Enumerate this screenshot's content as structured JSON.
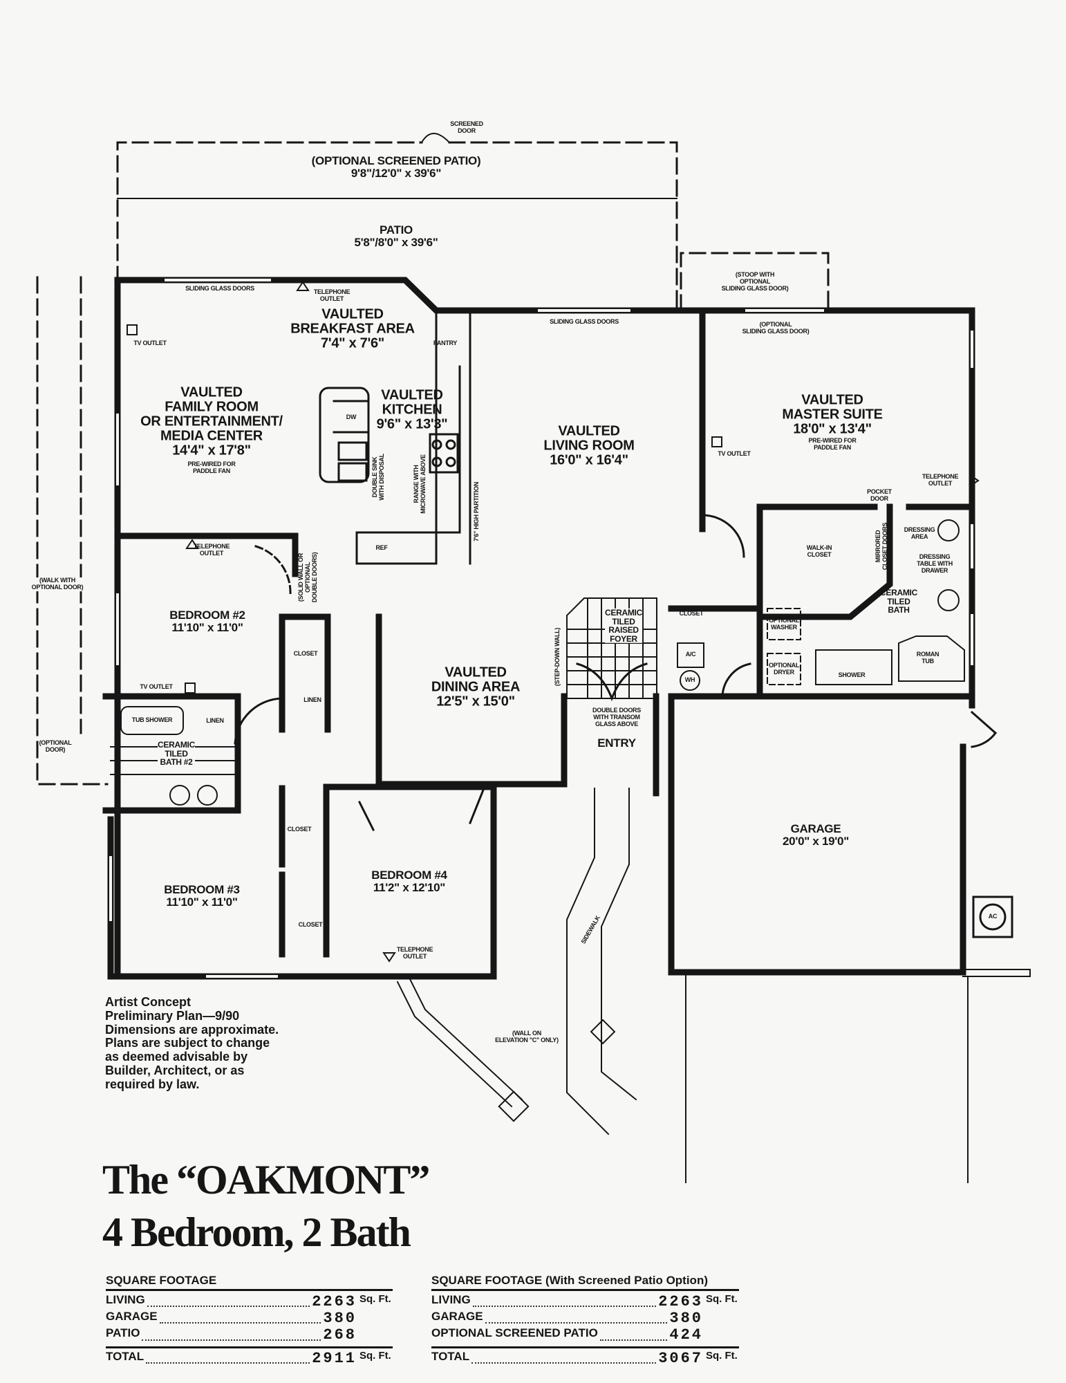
{
  "labels": {
    "screened_door": "SCREENED\nDOOR",
    "screened_patio": "(OPTIONAL SCREENED PATIO)\n9'8\"/12'0\" x 39'6\"",
    "patio": "PATIO\n5'8\"/8'0\" x 39'6\"",
    "stoop": "(STOOP WITH\nOPTIONAL\nSLIDING GLASS DOOR)",
    "sliding_doors_family": "SLIDING GLASS DOORS",
    "telephone_outlet_breakfast": "TELEPHONE\nOUTLET",
    "breakfast": "VAULTED\nBREAKFAST AREA\n7'4\" x 7'6\"",
    "pantry": "PANTRY",
    "tv_outlet_family": "TV OUTLET",
    "family_room": "VAULTED\nFAMILY ROOM\nOR ENTERTAINMENT/\nMEDIA CENTER\n14'4\" x 17'8\"",
    "family_fan": "PRE-WIRED FOR\nPADDLE FAN",
    "kitchen": "VAULTED\nKITCHEN\n9'6\" x 13'3\"",
    "dw": "DW",
    "double_sink": "DOUBLE SINK\nWITH DISPOSAL",
    "range": "RANGE WITH\nMICROWAVE ABOVE",
    "ref": "REF",
    "partition": "7'6\" HIGH PARTITION",
    "sliding_doors_living": "SLIDING GLASS DOORS",
    "living_room": "VAULTED\nLIVING ROOM\n16'0\" x 16'4\"",
    "optional_sliding_door": "(OPTIONAL\nSLIDING GLASS DOOR)",
    "master_suite": "VAULTED\nMASTER SUITE\n18'0\" x 13'4\"",
    "master_fan": "PRE-WIRED FOR\nPADDLE FAN",
    "tv_outlet_master": "TV OUTLET",
    "telephone_outlet_master": "TELEPHONE\nOUTLET",
    "pocket_door": "POCKET\nDOOR",
    "walk_in_closet": "WALK-IN\nCLOSET",
    "mirrored_doors": "MIRRORED\nCLOSET DOORS",
    "dressing_area": "DRESSING\nAREA",
    "dressing_table": "DRESSING\nTABLE WITH\nDRAWER",
    "master_bath": "CERAMIC\nTILED\nBATH",
    "optional_washer": "OPTIONAL\nWASHER",
    "optional_dryer": "OPTIONAL\nDRYER",
    "roman_tub": "ROMAN\nTUB",
    "shower": "SHOWER",
    "closet_foyer": "CLOSET",
    "ac_closet": "A/C",
    "wh": "WH",
    "foyer": "CERAMIC\nTILED\nRAISED\nFOYER",
    "step_down_wall": "(STEP-DOWN WALL)",
    "double_doors": "DOUBLE DOORS\nWITH TRANSOM\nGLASS ABOVE",
    "entry": "ENTRY",
    "dining": "VAULTED\nDINING AREA\n12'5\" x 15'0\"",
    "bedroom2": "BEDROOM #2\n11'10\" x 11'0\"",
    "telephone_outlet_bed2": "TELEPHONE\nOUTLET",
    "solid_wall": "(SOLID WALL OR\nOPTIONAL\nDOUBLE DOORS)",
    "closet_bed2": "CLOSET",
    "linen_hall": "LINEN",
    "tv_outlet_bed2": "TV OUTLET",
    "tub_shower": "TUB SHOWER",
    "linen_bath": "LINEN",
    "bath2": "CERAMIC\nTILED\nBATH #2",
    "optional_door": "(OPTIONAL\nDOOR)",
    "walk": "(WALK WITH\nOPTIONAL DOOR)",
    "bedroom3": "BEDROOM #3\n11'10\" x 11'0\"",
    "closet_bed3": "CLOSET",
    "closet_bed4": "CLOSET",
    "bedroom4": "BEDROOM #4\n11'2\" x 12'10\"",
    "telephone_outlet_bed4": "TELEPHONE\nOUTLET",
    "sidewalk": "SIDEWALK",
    "wall_elevation": "(WALL ON\nELEVATION \"C\" ONLY)",
    "garage": "GARAGE\n20'0\" x 19'0\"",
    "ac": "AC"
  },
  "notes": "Artist Concept\nPreliminary Plan—9/90\nDimensions are approximate.\nPlans are subject to change\nas deemed advisable by\nBuilder, Architect, or as\nrequired by law.",
  "title": {
    "name": "The “OAKMONT”",
    "subtitle": "4 Bedroom, 2 Bath"
  },
  "square_footage": {
    "heading": "SQUARE FOOTAGE",
    "rows": [
      {
        "label": "LIVING",
        "value": "2263",
        "unit": "Sq. Ft."
      },
      {
        "label": "GARAGE",
        "value": "380",
        "unit": ""
      },
      {
        "label": "PATIO",
        "value": "268",
        "unit": ""
      }
    ],
    "total": {
      "label": "TOTAL",
      "value": "2911",
      "unit": "Sq. Ft."
    }
  },
  "square_footage_screened": {
    "heading": "SQUARE FOOTAGE (With Screened Patio Option)",
    "rows": [
      {
        "label": "LIVING",
        "value": "2263",
        "unit": "Sq. Ft."
      },
      {
        "label": "GARAGE",
        "value": "380",
        "unit": ""
      },
      {
        "label": "OPTIONAL SCREENED PATIO",
        "value": "424",
        "unit": ""
      }
    ],
    "total": {
      "label": "TOTAL",
      "value": "3067",
      "unit": "Sq. Ft."
    }
  }
}
